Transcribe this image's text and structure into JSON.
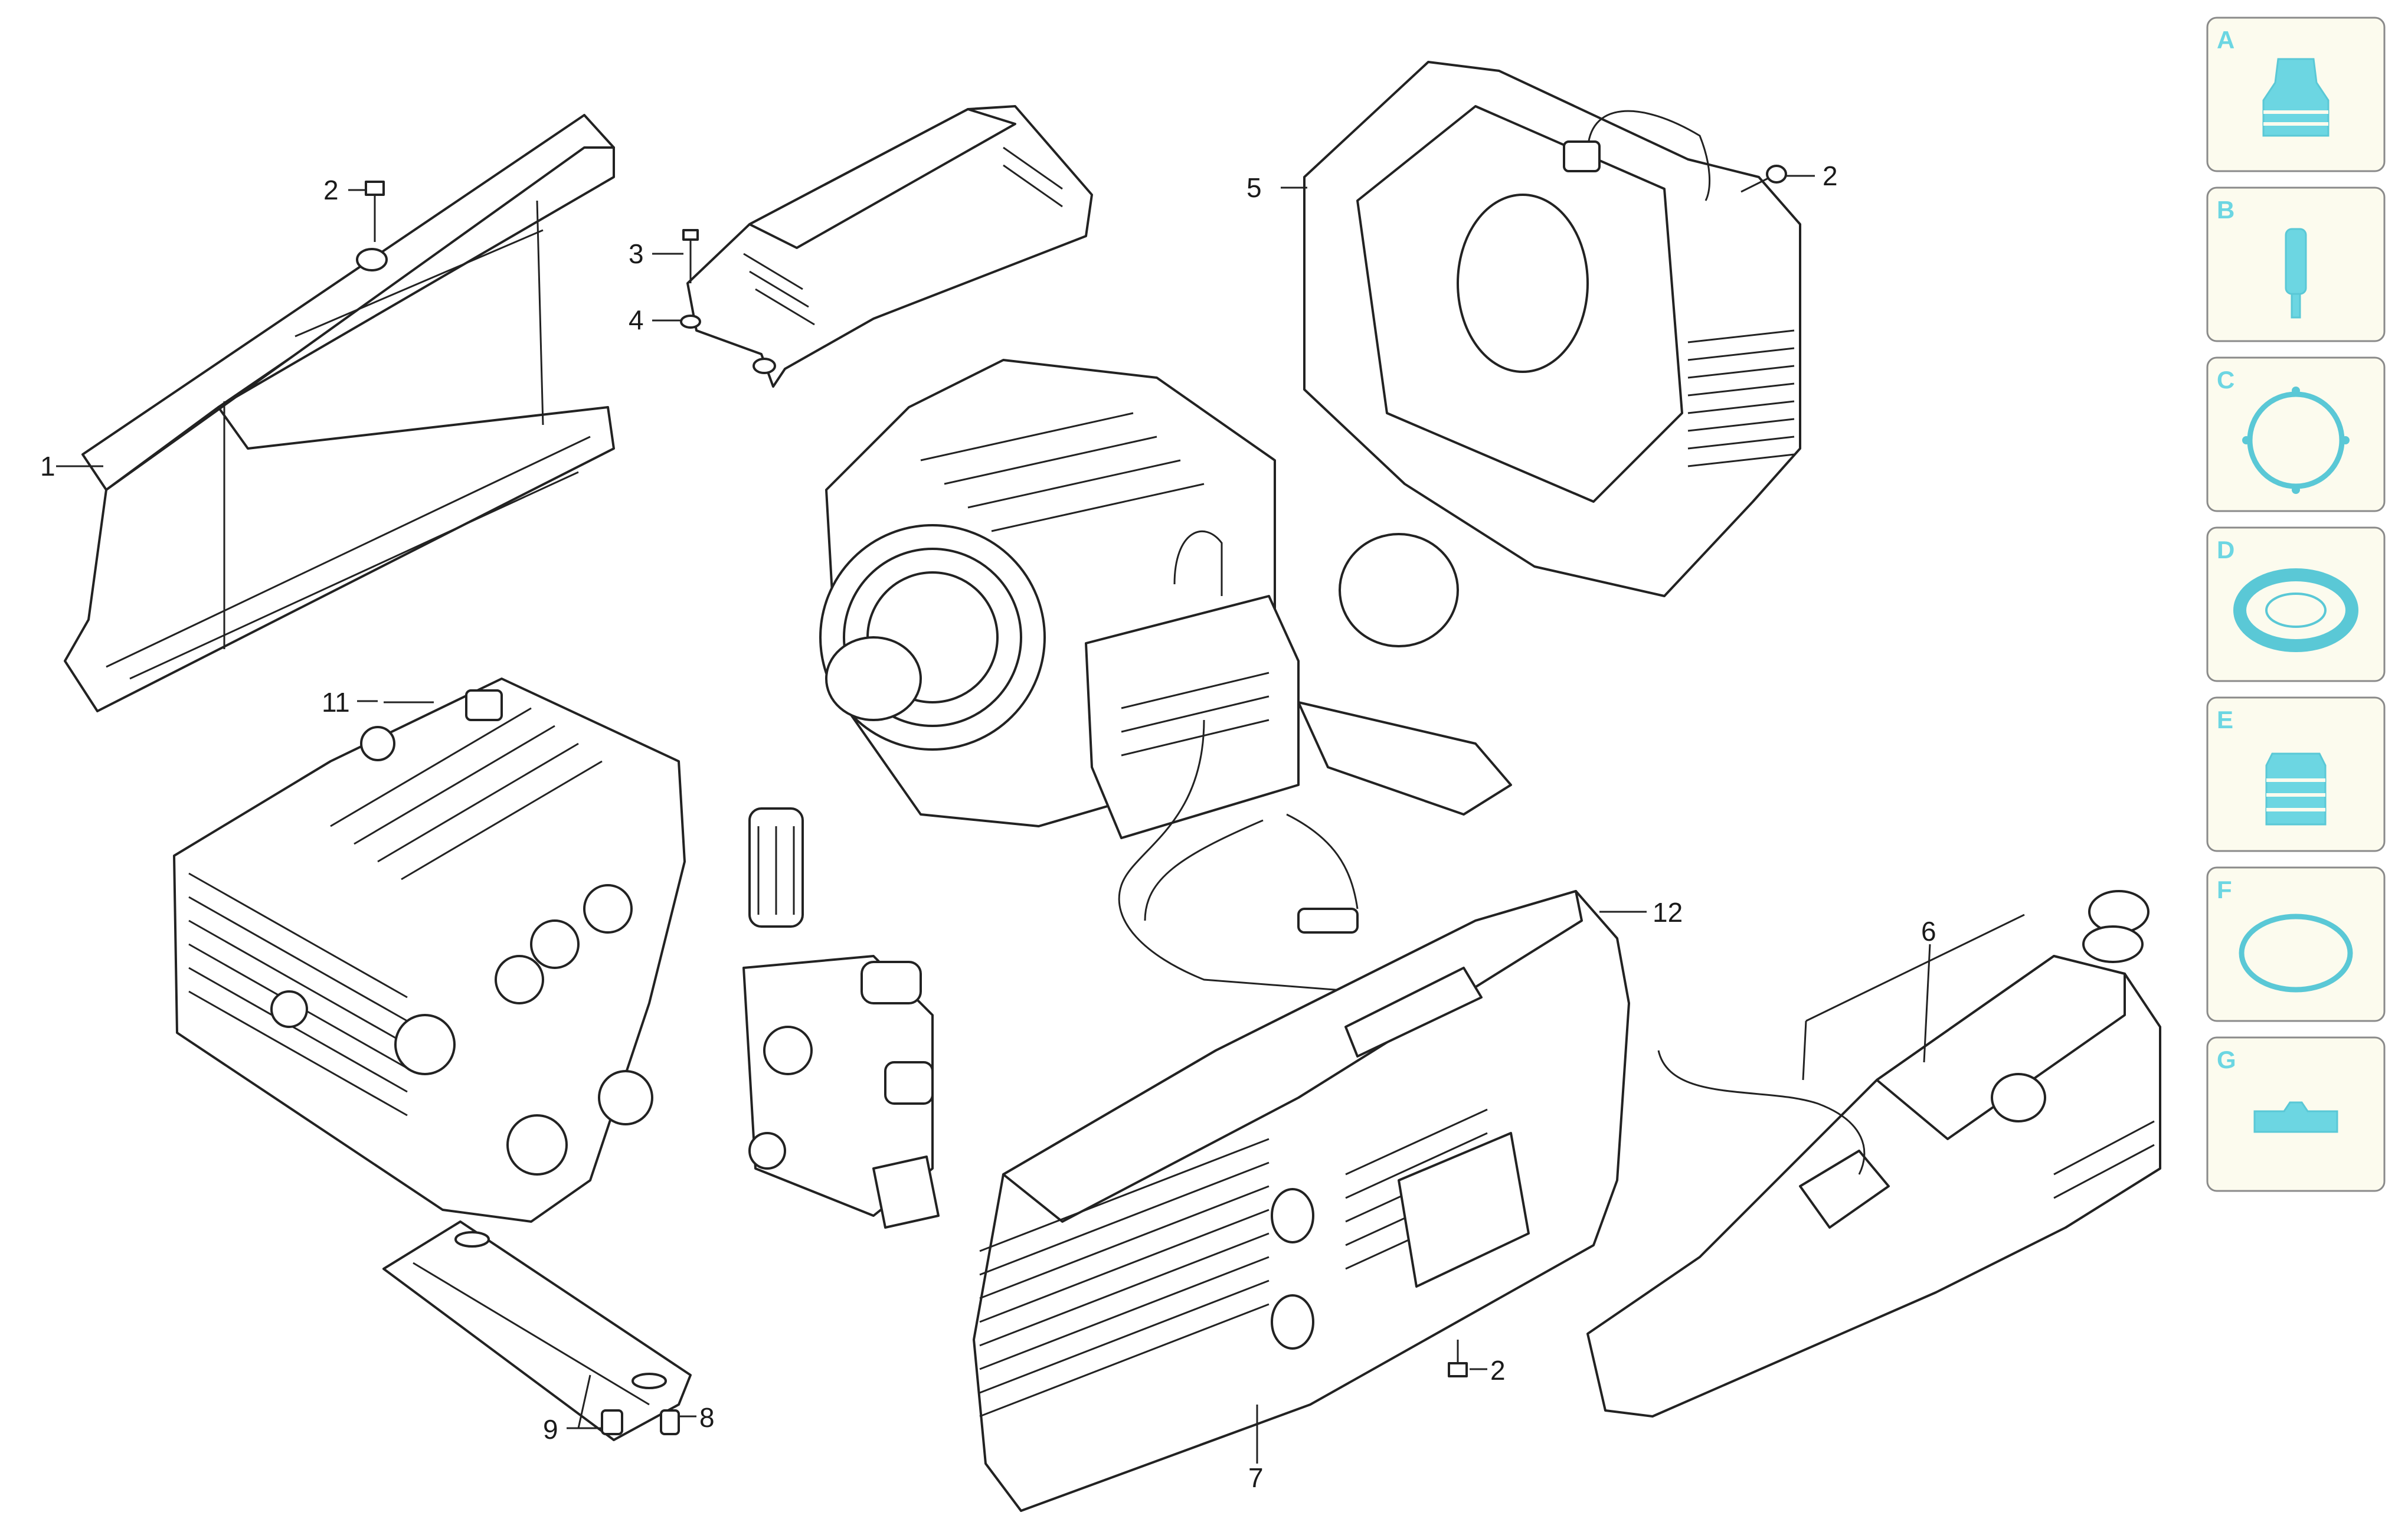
{
  "callouts": {
    "c1": "1",
    "c2a": "2",
    "c2b": "2",
    "c2c": "2",
    "c3": "3",
    "c4": "4",
    "c5": "5",
    "c6": "6",
    "c7": "7",
    "c8": "8",
    "c9": "9",
    "c11": "11",
    "c12": "12"
  },
  "legend": {
    "items": [
      {
        "letter": "A",
        "icon": "nozzle-cap-icon"
      },
      {
        "letter": "B",
        "icon": "filter-cartridge-icon"
      },
      {
        "letter": "C",
        "icon": "flange-gasket-icon"
      },
      {
        "letter": "D",
        "icon": "flat-seal-ring-icon"
      },
      {
        "letter": "E",
        "icon": "ribbed-fitting-icon"
      },
      {
        "letter": "F",
        "icon": "o-ring-icon"
      },
      {
        "letter": "G",
        "icon": "base-plate-icon"
      }
    ]
  },
  "colors": {
    "tile_background": "#fcfbee",
    "tile_border": "#8a8a8a",
    "accent_cyan": "#6cd6e2",
    "line": "#222222"
  }
}
